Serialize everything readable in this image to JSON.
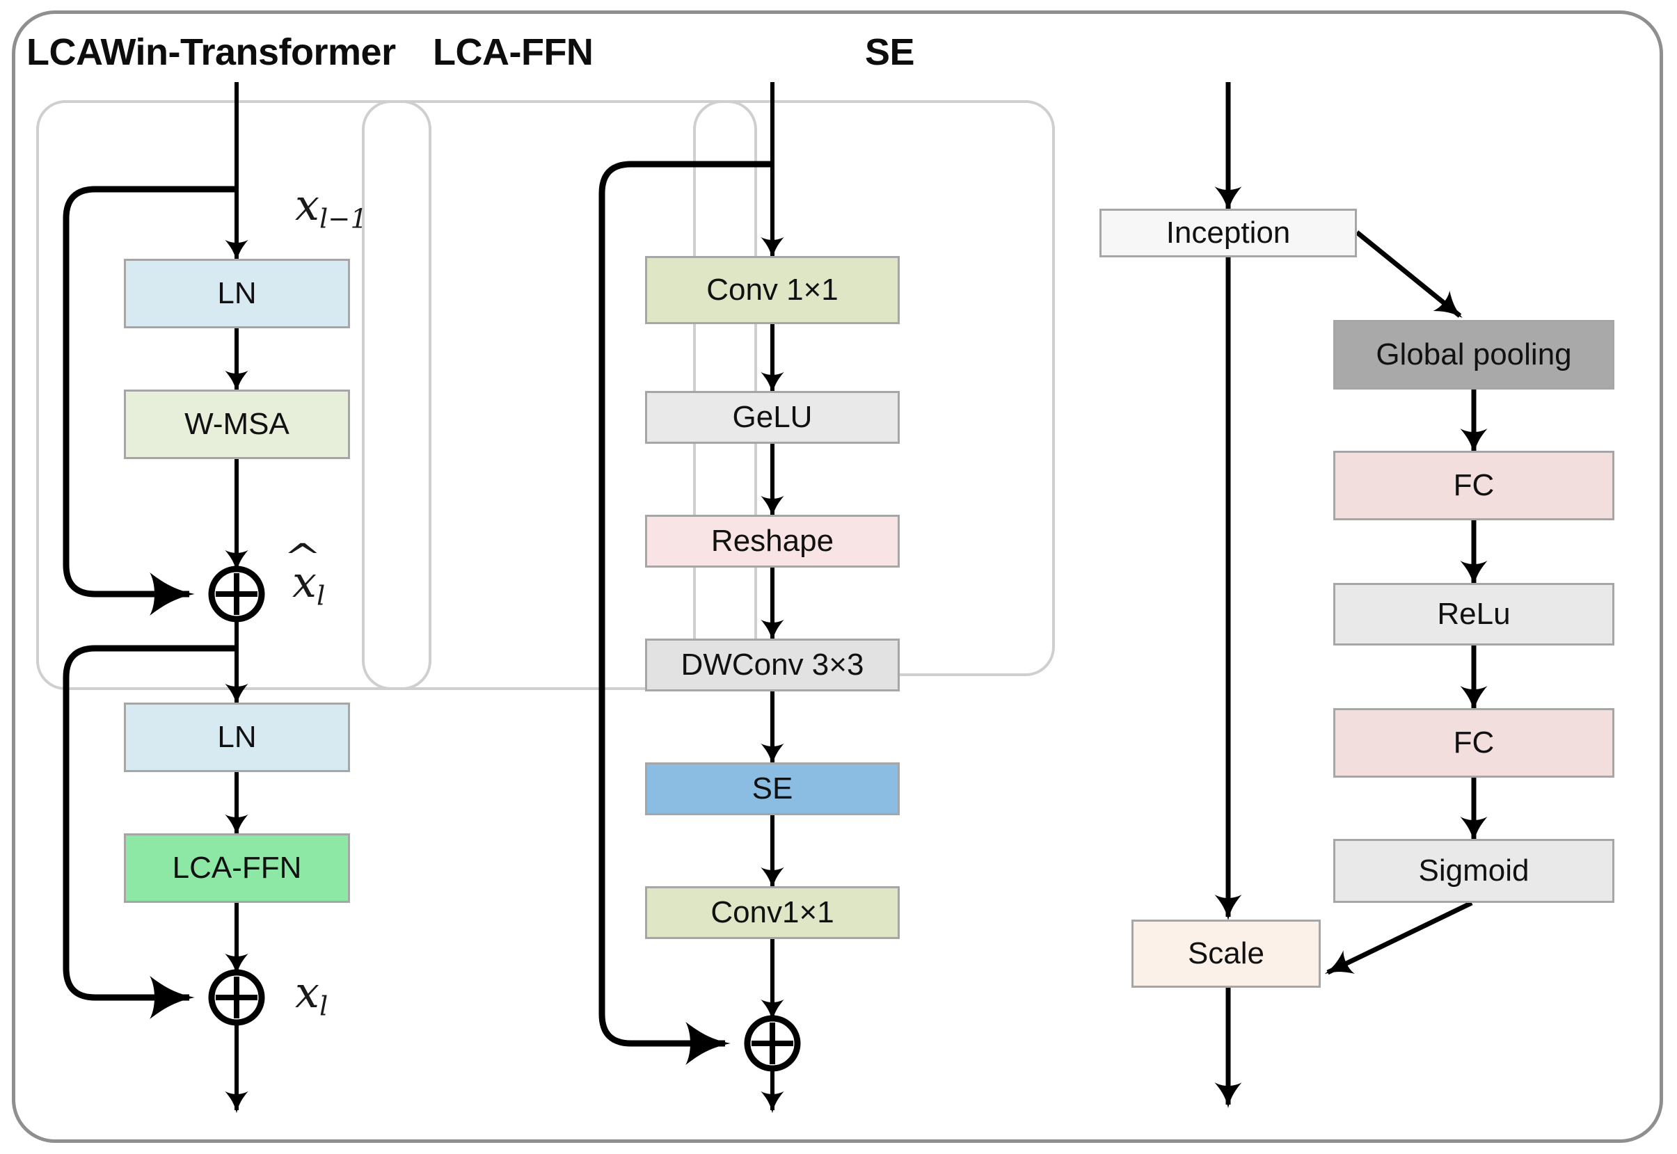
{
  "diagram": {
    "title": "LCAWin-Transformer / LCA-FFN / SE module architecture",
    "background": "#ffffff",
    "outer_border_color": "#8f8f8f",
    "panel_border_color": "#cfcfcf",
    "arrow_color": "#000000"
  },
  "panels": [
    {
      "id": "lcawin-transformer",
      "title": "LCAWin-Transformer",
      "blocks": [
        {
          "label": "LN",
          "color": "#d8eaf1"
        },
        {
          "label": "W-MSA",
          "color": "#e7eeda"
        },
        {
          "label": "LN",
          "color": "#d8eaf1"
        },
        {
          "label": "LCA-FFN",
          "color": "#8ce8a4"
        }
      ],
      "operators": [
        {
          "label": "+",
          "name": "add-operator-1"
        },
        {
          "label": "+",
          "name": "add-operator-2"
        }
      ],
      "math_labels": [
        {
          "base": "x",
          "sub": "l−1",
          "hat": false,
          "text": "x_{l-1}"
        },
        {
          "base": "x",
          "sub": "l",
          "hat": true,
          "text": "x̂_l"
        },
        {
          "base": "x",
          "sub": "l",
          "hat": false,
          "text": "x_l"
        }
      ]
    },
    {
      "id": "lca-ffn",
      "title": "LCA-FFN",
      "blocks": [
        {
          "label": "Conv 1×1",
          "color": "#dee6c6"
        },
        {
          "label": "GeLU",
          "color": "#e9e9e9"
        },
        {
          "label": "Reshape",
          "color": "#f8e4e4"
        },
        {
          "label": "DWConv 3×3",
          "color": "#e2e2e2"
        },
        {
          "label": "SE",
          "color": "#8bbde3"
        },
        {
          "label": "Conv1×1",
          "color": "#dee6c6"
        }
      ],
      "operators": [
        {
          "label": "+",
          "name": "add-operator-3"
        }
      ],
      "math_labels": []
    },
    {
      "id": "se",
      "title": "SE",
      "blocks": [
        {
          "label": "Inception",
          "color": "#f7f7f7"
        },
        {
          "label": "Global pooling",
          "color": "#a9a9a9"
        },
        {
          "label": "FC",
          "color": "#f3dede"
        },
        {
          "label": "ReLu",
          "color": "#e9e9e9"
        },
        {
          "label": "FC",
          "color": "#f3dede"
        },
        {
          "label": "Sigmoid",
          "color": "#e9e9e9"
        },
        {
          "label": "Scale",
          "color": "#fcf1e9"
        }
      ],
      "operators": [],
      "math_labels": []
    }
  ]
}
